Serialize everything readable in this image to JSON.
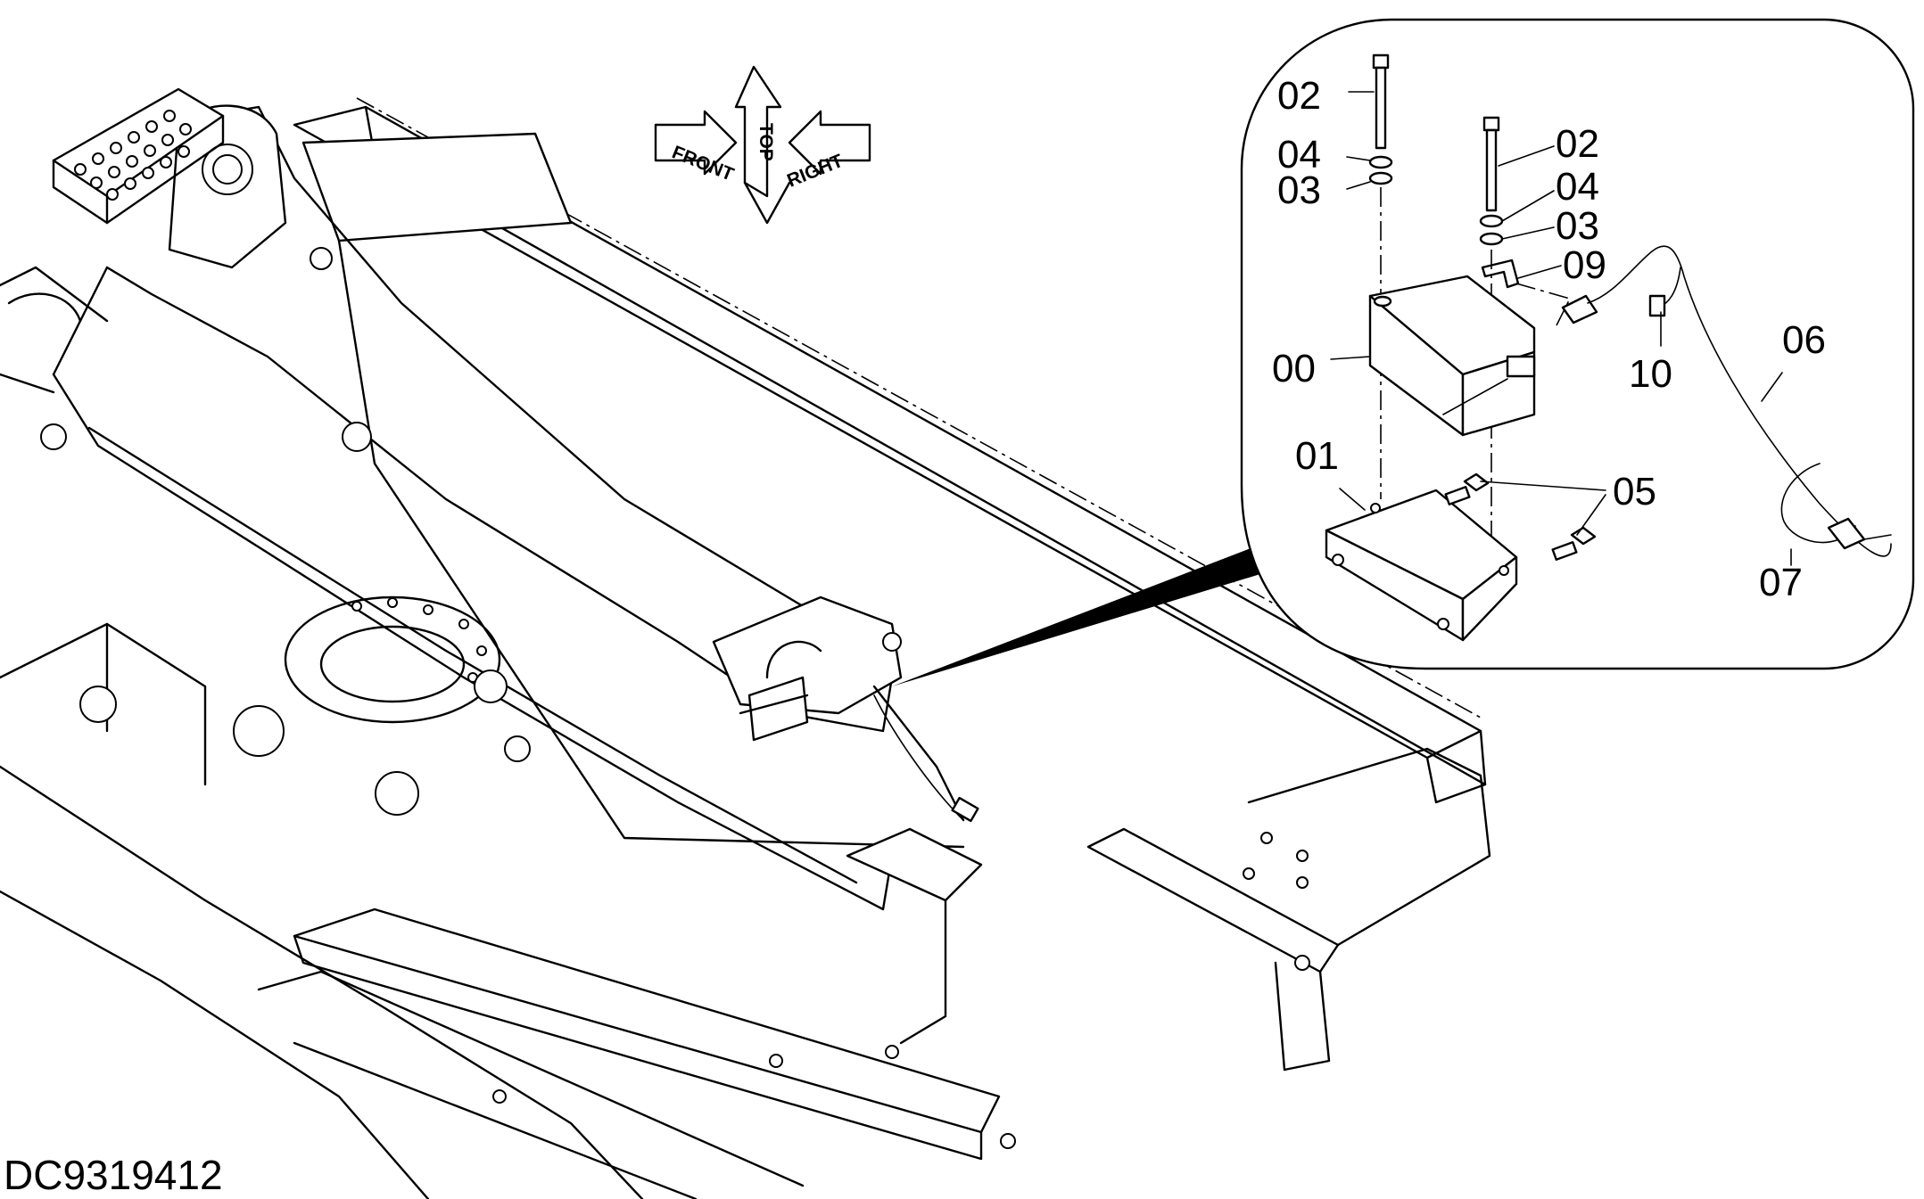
{
  "drawing_id": "DC9319412",
  "orientation_indicator": {
    "top": "TOP",
    "front": "FRONT",
    "right": "RIGHT"
  },
  "callouts": [
    {
      "label": "02"
    },
    {
      "label": "04"
    },
    {
      "label": "03"
    },
    {
      "label": "02"
    },
    {
      "label": "04"
    },
    {
      "label": "03"
    },
    {
      "label": "09"
    },
    {
      "label": "00"
    },
    {
      "label": "10"
    },
    {
      "label": "06"
    },
    {
      "label": "01"
    },
    {
      "label": "05"
    },
    {
      "label": "07"
    }
  ]
}
